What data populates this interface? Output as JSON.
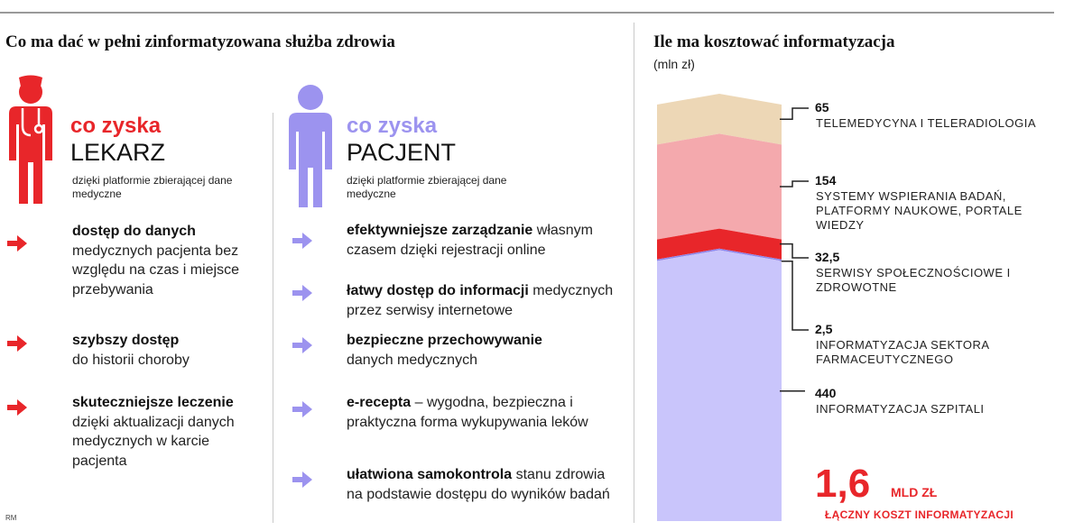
{
  "left_title": "Co ma dać w pełni zinformatyzowana służba zdrowia",
  "doctor": {
    "gain": "co zyska",
    "role": "LEKARZ",
    "sub": "dzięki platformie zbierającej dane medyczne",
    "items": [
      {
        "bold": "dostęp do danych",
        "rest": "medycznych pacjenta bez względu na czas i miejsce przebywania"
      },
      {
        "bold": "szybszy dostęp",
        "rest": "do historii choroby"
      },
      {
        "bold": "skuteczniejsze leczenie",
        "rest": "dzięki aktualizacji danych medycznych w karcie pacjenta"
      }
    ]
  },
  "patient": {
    "gain": "co zyska",
    "role": "PACJENT",
    "sub": "dzięki platformie zbierającej dane medyczne",
    "items": [
      {
        "bold": "efektywniejsze zarządzanie",
        "rest": "własnym czasem dzięki rejestracji online"
      },
      {
        "bold": "łatwy dostęp do informacji",
        "rest": "medycznych przez serwisy internetowe"
      },
      {
        "bold": "bezpieczne przechowywanie",
        "rest": "danych medycznych"
      },
      {
        "bold": "e-recepta",
        "rest": "– wygodna, bezpieczna i praktyczna forma wykupywania leków"
      },
      {
        "bold": "ułatwiona samokontrola",
        "rest": "stanu zdrowia na podstawie dostępu do wyników badań"
      }
    ]
  },
  "credit": "RM",
  "chart_data": {
    "type": "bar",
    "title": "Ile ma kosztować informatyzacja",
    "unit": "(mln zł)",
    "stacked": true,
    "series": [
      {
        "label": "TELEMEDYCYNA I TELERADIOLOGIA",
        "value": 65,
        "value_text": "65",
        "color": "#edd7b6"
      },
      {
        "label": "SYSTEMY WSPIERANIA BADAŃ, PLATFORMY NAUKOWE, PORTALE WIEDZY",
        "value": 154,
        "value_text": "154",
        "color": "#f4a9ad"
      },
      {
        "label": "SERWISY SPOŁECZNOŚCIOWE I ZDROWOTNE",
        "value": 32.5,
        "value_text": "32,5",
        "color": "#e8262a"
      },
      {
        "label": "INFORMATYZACJA SEKTORA FARMACEUTYCZNEGO",
        "value": 2.5,
        "value_text": "2,5",
        "color": "#8f86ea"
      },
      {
        "label": "INFORMATYZACJA SZPITALI",
        "value": 440,
        "value_text": "440",
        "color": "#c9c5fb"
      }
    ],
    "total": {
      "value": "1,6",
      "unit": "MLD ZŁ",
      "label": "ŁĄCZNY KOSZT INFORMATYZACJI"
    }
  },
  "colors": {
    "doctor": "#e8262a",
    "patient": "#9c93ef"
  }
}
